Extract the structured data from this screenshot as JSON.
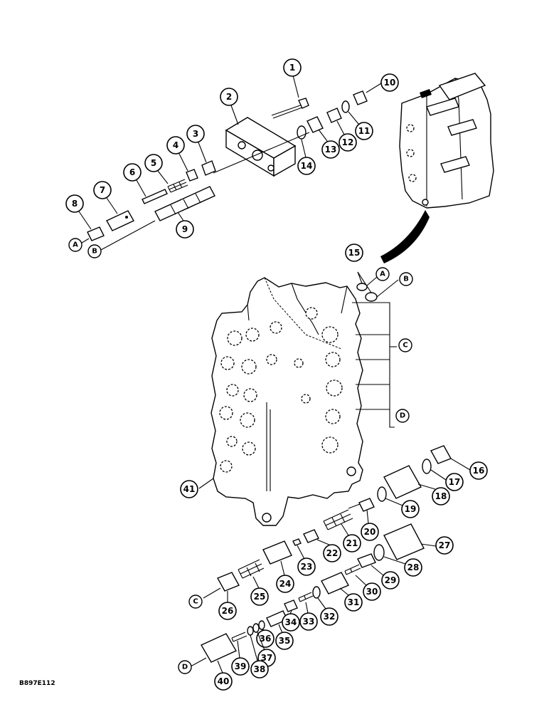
{
  "figure_code": "B897E112",
  "callouts": [
    "1",
    "2",
    "3",
    "4",
    "5",
    "6",
    "7",
    "8",
    "9",
    "10",
    "11",
    "12",
    "13",
    "14",
    "15",
    "16",
    "17",
    "18",
    "19",
    "20",
    "21",
    "22",
    "23",
    "24",
    "25",
    "26",
    "27",
    "28",
    "29",
    "30",
    "31",
    "32",
    "33",
    "34",
    "35",
    "36",
    "37",
    "38",
    "39",
    "40",
    "41"
  ],
  "refs": [
    "A",
    "B",
    "C",
    "D"
  ]
}
